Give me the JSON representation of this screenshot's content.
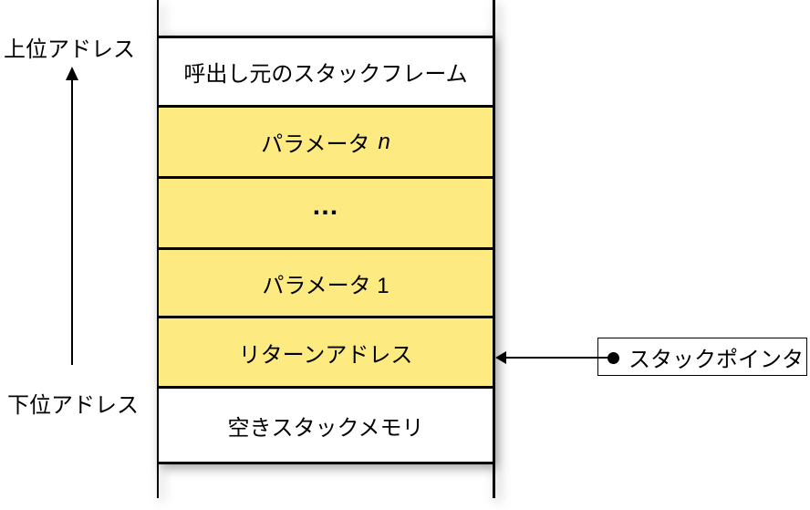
{
  "diagram": {
    "address_labels": {
      "upper": "上位アドレス",
      "lower": "下位アドレス"
    },
    "stack": {
      "cells": [
        {
          "text": "呼出し元のスタックフレーム",
          "var": "",
          "fill": "#FFFFFF"
        },
        {
          "text": "パラメータ",
          "var": "n",
          "fill": "#FDEA80"
        },
        {
          "text": "…",
          "var": "",
          "fill": "#FDEA80"
        },
        {
          "text": "パラメータ 1",
          "var": "",
          "fill": "#FDEA80"
        },
        {
          "text": "リターンアドレス",
          "var": "",
          "fill": "#FDEA80"
        },
        {
          "text": "空きスタックメモリ",
          "var": "",
          "fill": "#FFFFFF"
        }
      ]
    },
    "stack_pointer": {
      "label": "スタックポインタ",
      "bullet_icon": "●",
      "arrow_icon": "←"
    },
    "direction_arrow_icon": "↑",
    "colors": {
      "highlight": "#FDEA80",
      "line": "#000000",
      "background": "#FFFFFF"
    }
  }
}
